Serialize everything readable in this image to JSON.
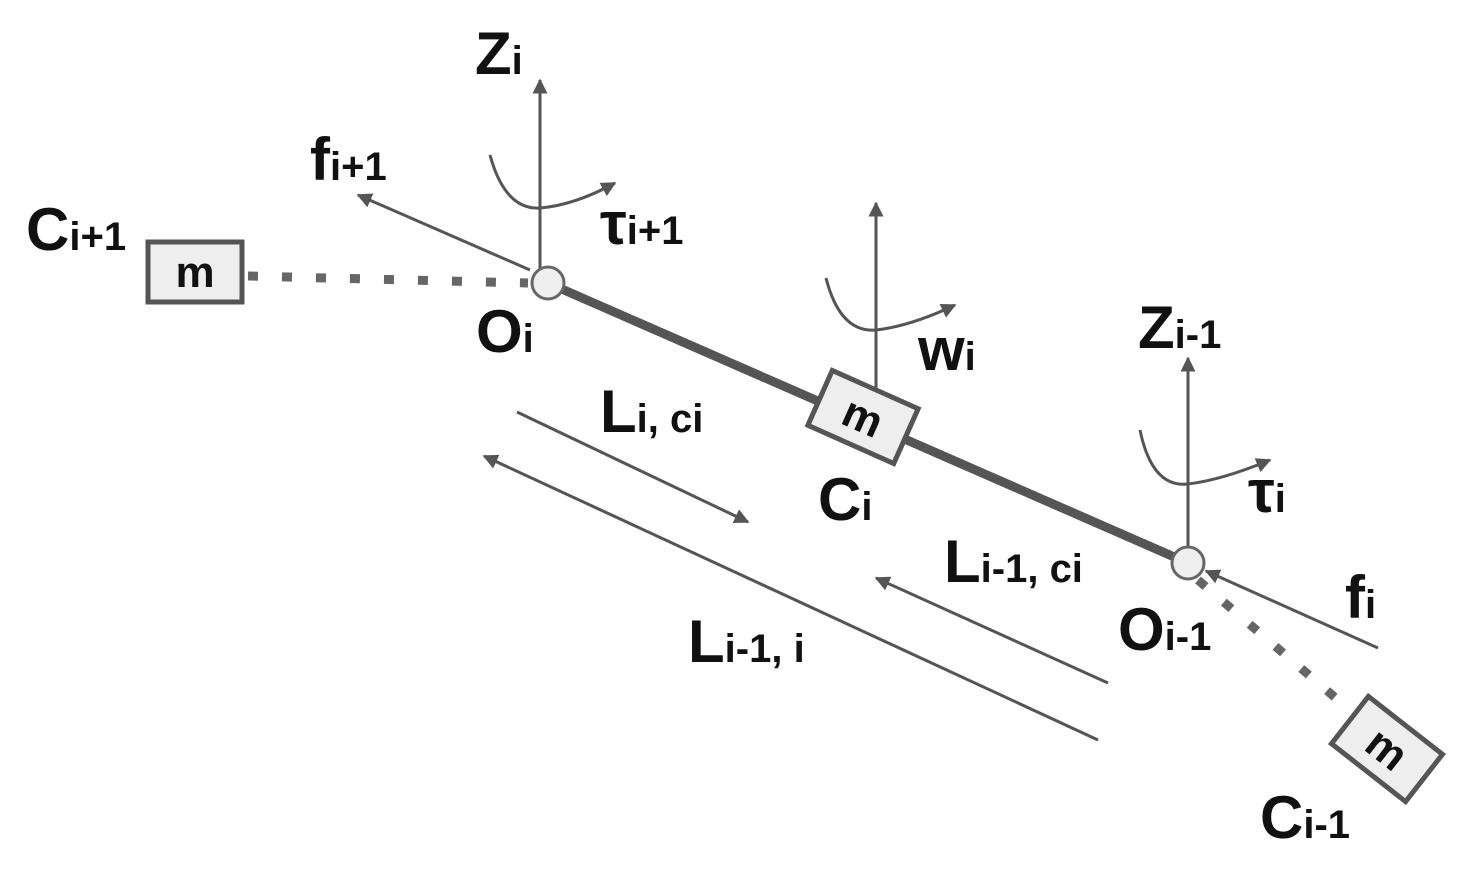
{
  "colors": {
    "line": "#555555",
    "text": "#111111",
    "box_fill": "#eeeeee",
    "joint_fill": "#eeeeee"
  },
  "mass_label": "m",
  "labels": {
    "z_i": {
      "main": "Z",
      "sub": "i"
    },
    "f_i_plus_1": {
      "main": "f",
      "sub": "i+1"
    },
    "c_i_plus_1": {
      "main": "C",
      "sub": "i+1"
    },
    "tau_i_plus_1": {
      "main": "τ",
      "sub": "i+1"
    },
    "o_i": {
      "main": "O",
      "sub": "i"
    },
    "w_i": {
      "main": "w",
      "sub": "i"
    },
    "z_i_minus_1": {
      "main": "Z",
      "sub": "i-1"
    },
    "l_i_ci": {
      "main": "L",
      "sub": "i, ci"
    },
    "c_i": {
      "main": "C",
      "sub": "i"
    },
    "tau_i": {
      "main": "τ",
      "sub": "i"
    },
    "l_im1_ci": {
      "main": "L",
      "sub": "i-1, ci"
    },
    "f_i": {
      "main": "f",
      "sub": "i"
    },
    "o_i_minus_1": {
      "main": "O",
      "sub": "i-1"
    },
    "l_im1_i": {
      "main": "L",
      "sub": "i-1, i"
    },
    "c_i_minus_1": {
      "main": "C",
      "sub": "i-1"
    }
  }
}
